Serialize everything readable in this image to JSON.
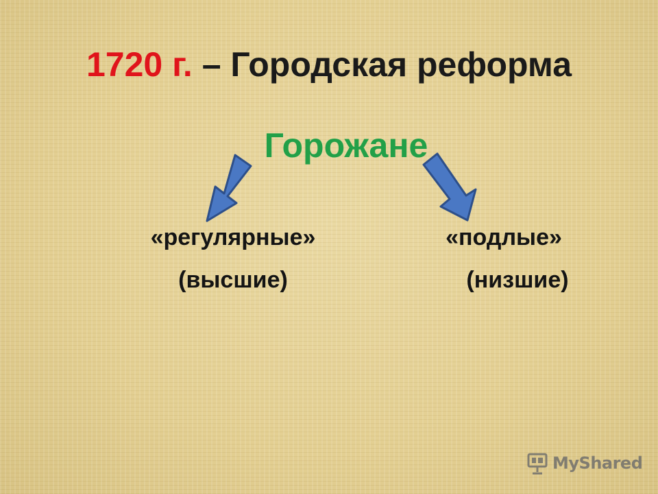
{
  "title": {
    "year": "1720 г.",
    "rest": " – Городская реформа"
  },
  "subject": "Горожане",
  "left_group": {
    "type": "«регулярные»",
    "rank": "(высшие)"
  },
  "right_group": {
    "type": "«подлые»",
    "rank": "(низшие)"
  },
  "watermark": {
    "brand": "MyShared",
    "icon": "presentation-board-icon"
  },
  "colors": {
    "year": "#e0141b",
    "subject": "#22a048",
    "arrow_fill": "#4a78c4",
    "arrow_stroke": "#2d4f8a",
    "text": "#141414"
  }
}
